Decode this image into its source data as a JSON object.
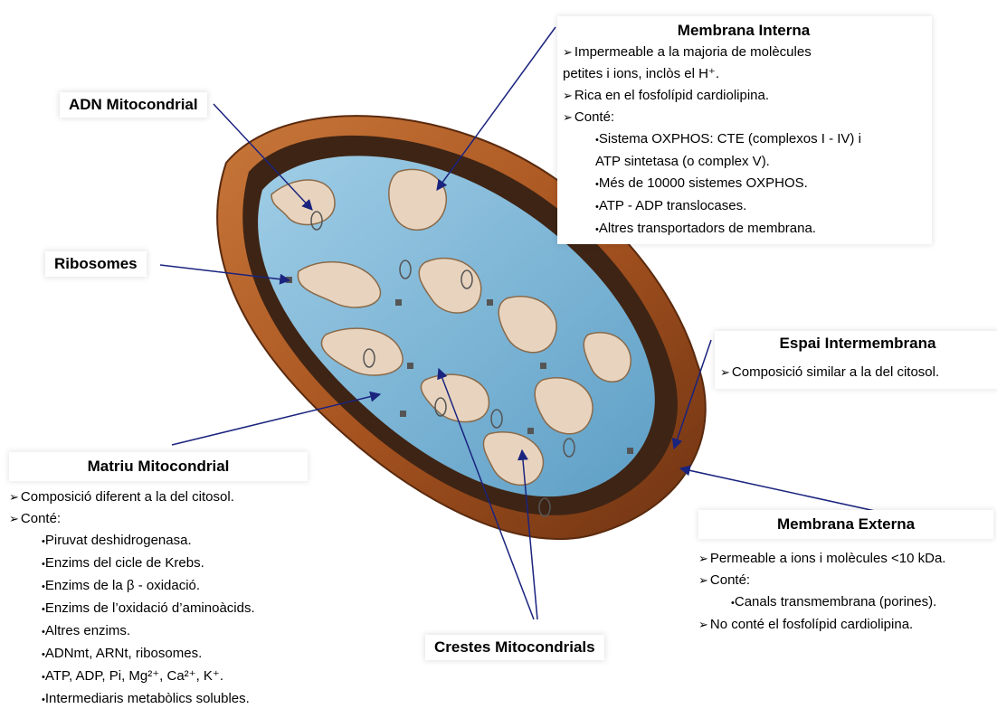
{
  "labels": {
    "adn": "ADN Mitocondrial",
    "ribosomes": "Ribosomes",
    "crestes": "Crestes Mitocondrials"
  },
  "membrana_interna": {
    "title": "Membrana Interna",
    "items": [
      "Impermeable a la majoria de molècules",
      "petites i ions, inclòs el H⁺.",
      "Rica en el fosfolípid cardiolipina.",
      "Conté:",
      "Sistema OXPHOS: CTE (complexos I - IV) i",
      "ATP sintetasa (o complex V).",
      "Més de 10000 sistemes OXPHOS.",
      "ATP - ADP translocases.",
      "Altres transportadors de membrana."
    ]
  },
  "espai_intermembrana": {
    "title": "Espai Intermembrana",
    "items": [
      "Composició similar a la del citosol."
    ]
  },
  "matriu": {
    "title": "Matriu Mitocondrial",
    "items": [
      "Composició diferent a la del citosol.",
      "Conté:",
      "Piruvat deshidrogenasa.",
      "Enzims del cicle de Krebs.",
      "Enzims de la β - oxidació.",
      "Enzims de l’oxidació d’aminoàcids.",
      "Altres enzims.",
      "ADNmt, ARNt, ribosomes.",
      "ATP, ADP, Pi, Mg²⁺, Ca²⁺, K⁺.",
      "Intermediaris metabòlics solubles."
    ]
  },
  "membrana_externa": {
    "title": "Membrana Externa",
    "items": [
      "Permeable a ions i molècules <10 kDa.",
      "Conté:",
      "Canals transmembrana (porines).",
      "No conté el fosfolípid cardiolipina."
    ]
  },
  "colors": {
    "outer_membrane": "#b8642c",
    "matrix": "#7fb8d8",
    "cristae_membrane": "#e8d4be",
    "arrow": "#1a237e"
  }
}
